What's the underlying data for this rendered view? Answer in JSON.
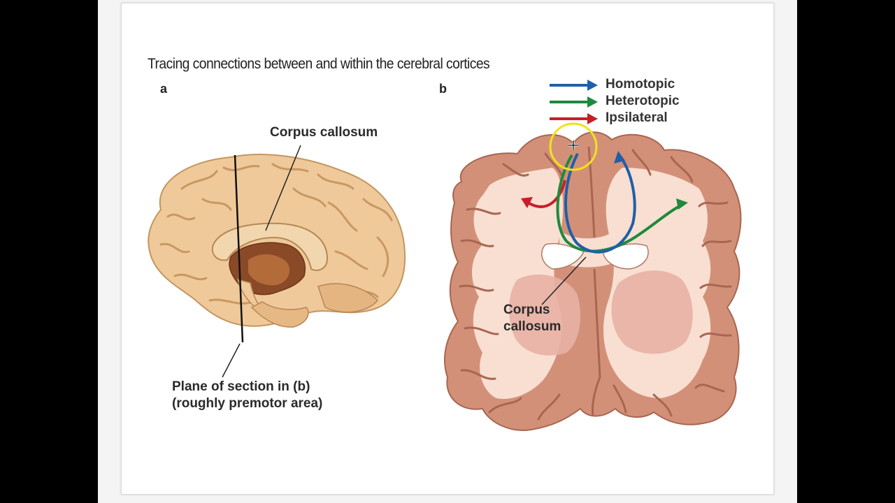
{
  "figure": {
    "title": "Tracing connections between and within the cerebral cortices",
    "panel_a": {
      "label": "a",
      "corpus_callosum_label": "Corpus callosum",
      "plane_label_line1": "Plane of section in (b)",
      "plane_label_line2": "(roughly premotor area)"
    },
    "panel_b": {
      "label": "b",
      "corpus_callosum_line1": "Corpus",
      "corpus_callosum_line2": "callosum",
      "legend": [
        {
          "label": "Homotopic",
          "color": "#1f5fa8"
        },
        {
          "label": "Heterotopic",
          "color": "#1e8a3c"
        },
        {
          "label": "Ipsilateral",
          "color": "#c81e2a"
        }
      ]
    },
    "colors": {
      "brain_fill": "#efc999",
      "cortex_fill": "#d9957a",
      "white_matter": "#f7ddd0",
      "cursor_highlight": "#f1e21a"
    }
  }
}
